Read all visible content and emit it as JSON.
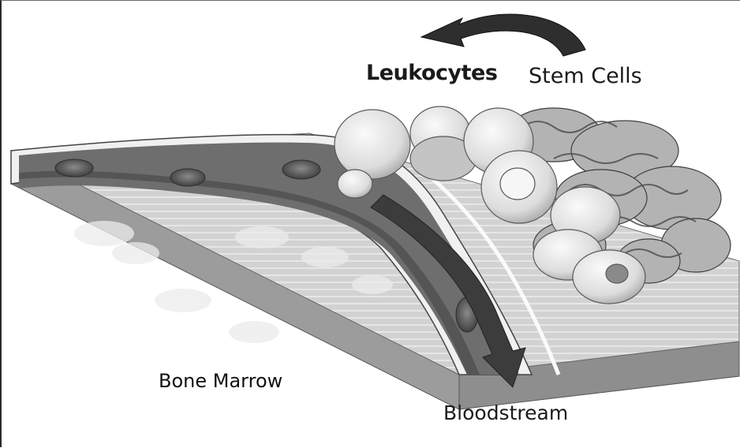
{
  "labels": {
    "leukocytes": "Leukocytes",
    "stem_cells": "Stem Cells",
    "bone_marrow": "Bone Marrow",
    "bloodstream": "Bloodstream"
  },
  "colors": {
    "slab_top": "#d0d0d0",
    "slab_side": "#9a9a9a",
    "vessel": "#6e6e6e",
    "vessel_dark": "#3a3a3a",
    "arrow": "#3c3c3c",
    "cells_light": "#e4e4e4",
    "stem_cells": "#b3b3b3"
  }
}
